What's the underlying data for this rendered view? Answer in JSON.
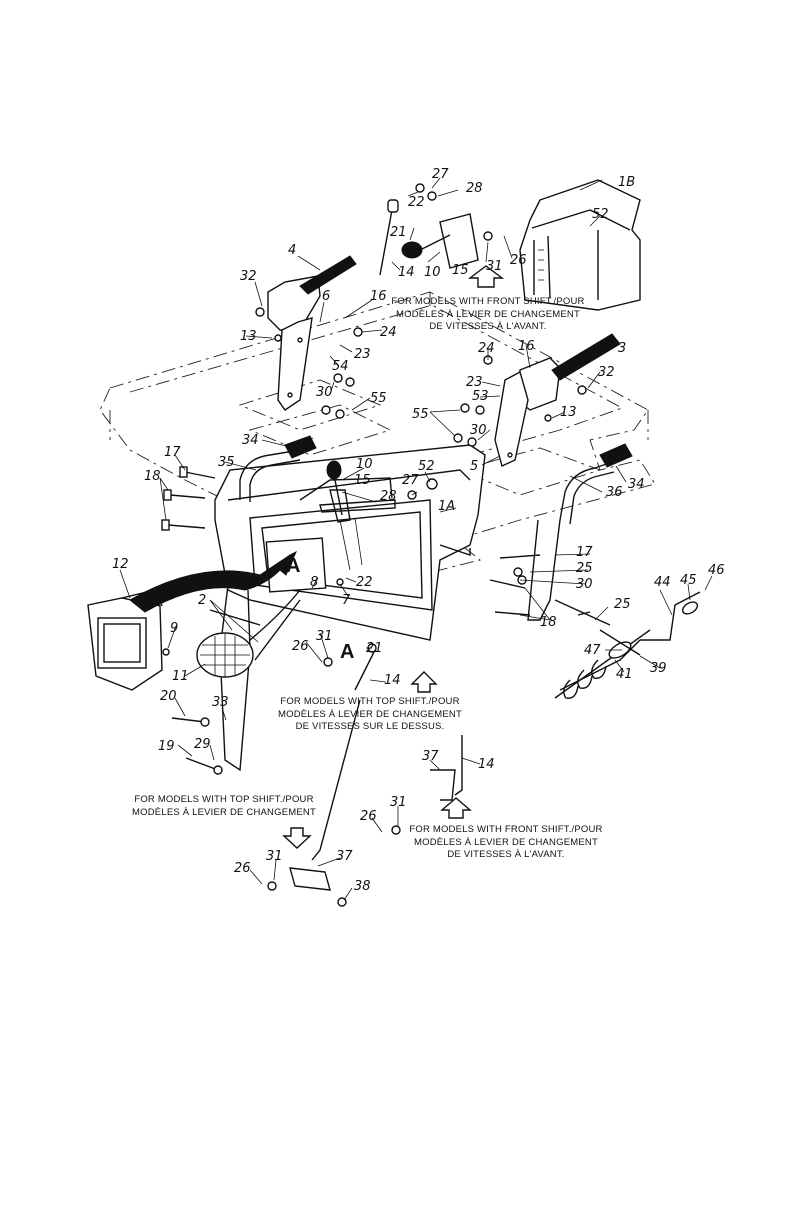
{
  "notes": {
    "front_shift_top": [
      "FOR MODELS WITH FRONT SHIFT./POUR",
      "MODÈLES À LEVIER DE CHANGEMENT",
      "DE VITESSES À L'AVANT."
    ],
    "top_shift_middle": [
      "FOR MODELS WITH TOP SHIFT./POUR",
      "MODÈLES À LEVIER DE CHANGEMENT",
      "DE VITESSES SUR LE DESSUS."
    ],
    "top_shift_lower": [
      "FOR MODELS WITH TOP SHIFT./POUR",
      "MODÈLES À LEVIER DE CHANGEMENT"
    ],
    "front_shift_lower": [
      "FOR MODELS WITH FRONT SHIFT./POUR",
      "MODÈLES À LEVIER DE CHANGEMENT",
      "DE VITESSES À L'AVANT."
    ]
  },
  "callouts": {
    "a_primary": "A",
    "a_secondary": "A"
  },
  "part_numbers": {
    "p1A": "1A",
    "p1B": "1B",
    "p2": "2",
    "p3": "3",
    "p4": "4",
    "p5": "5",
    "p6": "6",
    "p7": "7",
    "p8": "8",
    "p9": "9",
    "p10a": "10",
    "p10b": "10",
    "p11": "11",
    "p12": "12",
    "p13a": "13",
    "p13b": "13",
    "p14a": "14",
    "p14b": "14",
    "p14c": "14",
    "p15a": "15",
    "p15b": "15",
    "p16a": "16",
    "p16b": "16",
    "p17a": "17",
    "p17b": "17",
    "p18a": "18",
    "p18b": "18",
    "p19": "19",
    "p20": "20",
    "p21a": "21",
    "p21b": "21",
    "p22a": "22",
    "p22b": "22",
    "p23a": "23",
    "p23b": "23",
    "p24a": "24",
    "p24b": "24",
    "p25a": "25",
    "p25b": "25",
    "p26a": "26",
    "p26b": "26",
    "p26c": "26",
    "p26d": "26",
    "p27a": "27",
    "p27b": "27",
    "p28a": "28",
    "p28b": "28",
    "p29": "29",
    "p30a": "30",
    "p30b": "30",
    "p30c": "30",
    "p31a": "31",
    "p31b": "31",
    "p31c": "31",
    "p31d": "31",
    "p32a": "32",
    "p32b": "32",
    "p33": "33",
    "p34a": "34",
    "p34b": "34",
    "p35": "35",
    "p36": "36",
    "p37a": "37",
    "p37b": "37",
    "p38": "38",
    "p39": "39",
    "p41": "41",
    "p44": "44",
    "p45": "45",
    "p46": "46",
    "p47": "47",
    "p52a": "52",
    "p52b": "52",
    "p53": "53",
    "p54": "54",
    "p55a": "55",
    "p55b": "55"
  }
}
